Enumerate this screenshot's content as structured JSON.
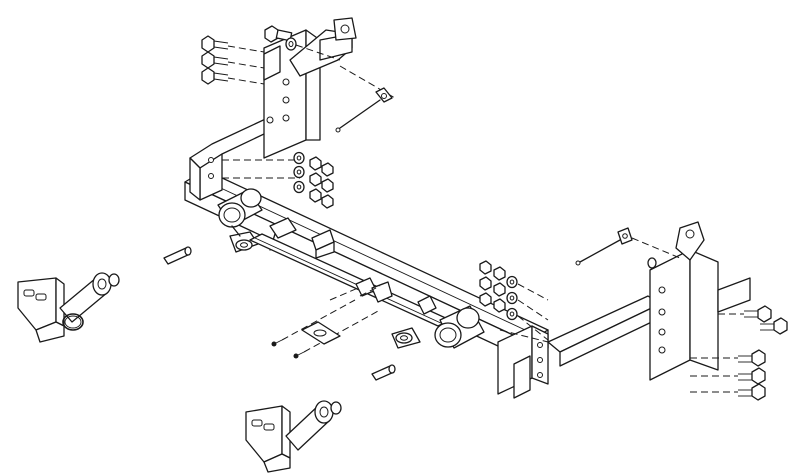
{
  "diagram": {
    "parts": {
      "main_crossbar": "crossbar-frame",
      "left_bracket": "left-mounting-bracket",
      "right_bracket": "right-mounting-bracket",
      "safety_tab_left": "receiver-tab-left",
      "safety_tab_right": "receiver-tab-right",
      "removable_arm_left": "tow-arm-left",
      "removable_arm_right": "tow-arm-right"
    },
    "colors": {
      "line": "#1a1a1a",
      "background": "#ffffff"
    }
  }
}
